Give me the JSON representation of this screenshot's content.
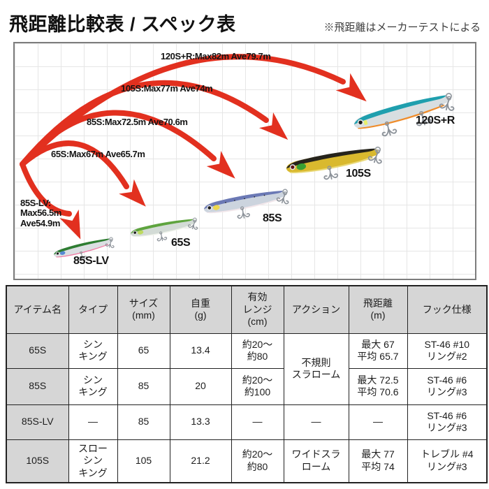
{
  "header": {
    "title": "飛距離比較表 / スペック表",
    "note": "※飛距離はメーカーテストによる"
  },
  "diagram": {
    "arrow_color": "#e2301f",
    "arrow_labels": [
      {
        "id": "120S+R",
        "text": "120S+R:Max82m Ave79.7m"
      },
      {
        "id": "105S",
        "text": "105S:Max77m Ave74m"
      },
      {
        "id": "85S",
        "text": "85S:Max72.5m Ave70.6m"
      },
      {
        "id": "65S",
        "text": "65S:Max67m Ave65.7m"
      },
      {
        "id": "85S-LV",
        "text": "85S-LV:\nMax56.5m\nAve54.9m"
      }
    ],
    "lures": [
      {
        "label": "85S-LV",
        "colors": {
          "back": "#2e7d32",
          "flank": "#dbdfe2",
          "belly": "#ef7ba4",
          "accent": "#3e7bd0"
        }
      },
      {
        "label": "65S",
        "colors": {
          "back": "#5ea43e",
          "flank": "#d3dbd6",
          "belly": "#eef2ea",
          "accent": "#b9d94b"
        }
      },
      {
        "label": "85S",
        "colors": {
          "back": "#6b79b5",
          "flank": "#ccd4de",
          "belly": "#f2e7eb",
          "accent": "#f2d83e"
        }
      },
      {
        "label": "105S",
        "colors": {
          "back": "#26241c",
          "flank": "#d9b92e",
          "belly": "#ead978",
          "accent": "#2f9e33"
        }
      },
      {
        "label": "120S+R",
        "colors": {
          "back": "#1f9fae",
          "flank": "#d8dee1",
          "belly": "#ef8c2b",
          "accent": "#b8c0c4"
        }
      }
    ]
  },
  "table": {
    "headers": [
      "アイテム名",
      "タイプ",
      "サイズ\n(mm)",
      "自重\n(g)",
      "有効\nレンジ\n(cm)",
      "アクション",
      "飛距離\n(m)",
      "フック仕様"
    ],
    "rows": [
      {
        "name": "65S",
        "type": "シン\nキング",
        "size": "65",
        "weight": "13.4",
        "range": "約20〜\n約80",
        "action": "不規則\nスラローム",
        "distance": "最大 67\n平均 65.7",
        "hook": "ST-46 #10\nリング#2"
      },
      {
        "name": "85S",
        "type": "シン\nキング",
        "size": "85",
        "weight": "20",
        "range": "約20〜\n約100",
        "action": "",
        "distance": "最大 72.5\n平均 70.6",
        "hook": "ST-46 #6\nリング#3"
      },
      {
        "name": "85S-LV",
        "type": "―",
        "size": "85",
        "weight": "13.3",
        "range": "―",
        "action": "―",
        "distance": "―",
        "hook": "ST-46 #6\nリング#3"
      },
      {
        "name": "105S",
        "type": "スロー\nシン\nキング",
        "size": "105",
        "weight": "21.2",
        "range": "約20〜\n約80",
        "action": "ワイドスラ\nローム",
        "distance": "最大 77\n平均 74",
        "hook": "トレブル #4\nリング#3"
      }
    ]
  }
}
